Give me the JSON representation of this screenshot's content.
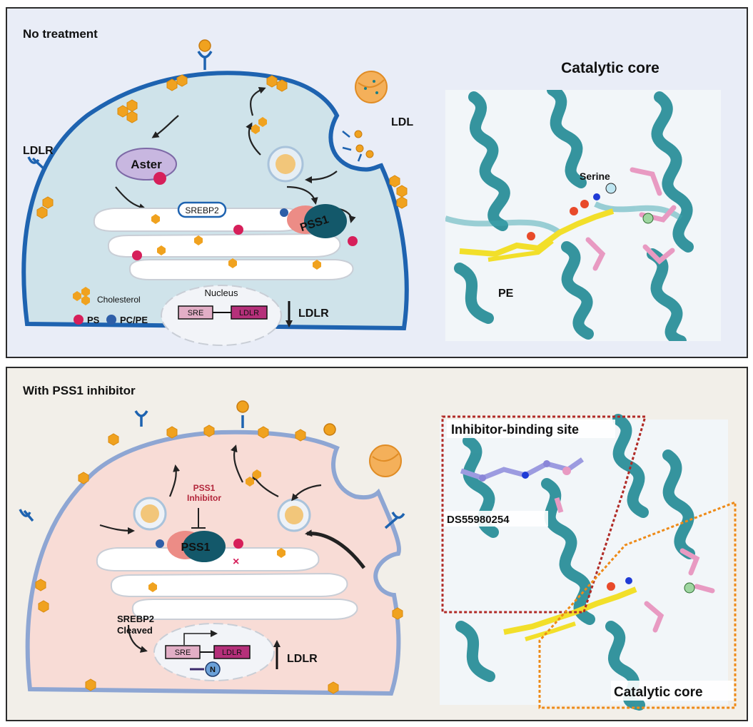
{
  "top_panel": {
    "title": "No treatment",
    "ldlr_membrane_label": "LDLR",
    "ldl_label": "LDL",
    "aster_label": "Aster",
    "srebp2_label": "SREBP2",
    "pss1_label": "PSS1",
    "nucleus_label": "Nucleus",
    "sre_label": "SRE",
    "ldlr_gene_label": "LDLR",
    "ldlr_change_label": "LDLR",
    "legend": {
      "cholesterol": "Cholesterol",
      "ps": "PS",
      "pc_pe": "PC/PE"
    },
    "structure": {
      "title": "Catalytic core",
      "serine_label": "Serine",
      "pe_label": "PE"
    }
  },
  "bottom_panel": {
    "title": "With PSS1 inhibitor",
    "inhibitor_label_line1": "PSS1",
    "inhibitor_label_line2": "Inhibitor",
    "pss1_label": "PSS1",
    "srebp2_line1": "SREBP2",
    "srebp2_line2": "Cleaved",
    "sre_label": "SRE",
    "ldlr_gene_label": "LDLR",
    "n_label": "N",
    "ldlr_change_label": "LDLR",
    "structure": {
      "binding_site_label": "Inhibitor-binding site",
      "compound_label": "DS55980254",
      "catalytic_label": "Catalytic core"
    }
  },
  "colors": {
    "membrane_top": "#1e63b0",
    "cytoplasm_top": "#cfe3ea",
    "membrane_bottom": "#8ea6d3",
    "cytoplasm_bottom": "#f8dcd6",
    "helix": "#2b8f9a",
    "ligand": "#f2df2a",
    "ps": "#d61f5a",
    "pcpe": "#2e5fa8",
    "cholesterol": "#f0a21f",
    "pss1_teal": "#13586a",
    "pss1_pink": "#ec8c86",
    "gene_sre": "#e2aec6",
    "gene_ldlr": "#b5307a",
    "box_red": "#b02a26",
    "box_orange": "#ee8a17"
  }
}
